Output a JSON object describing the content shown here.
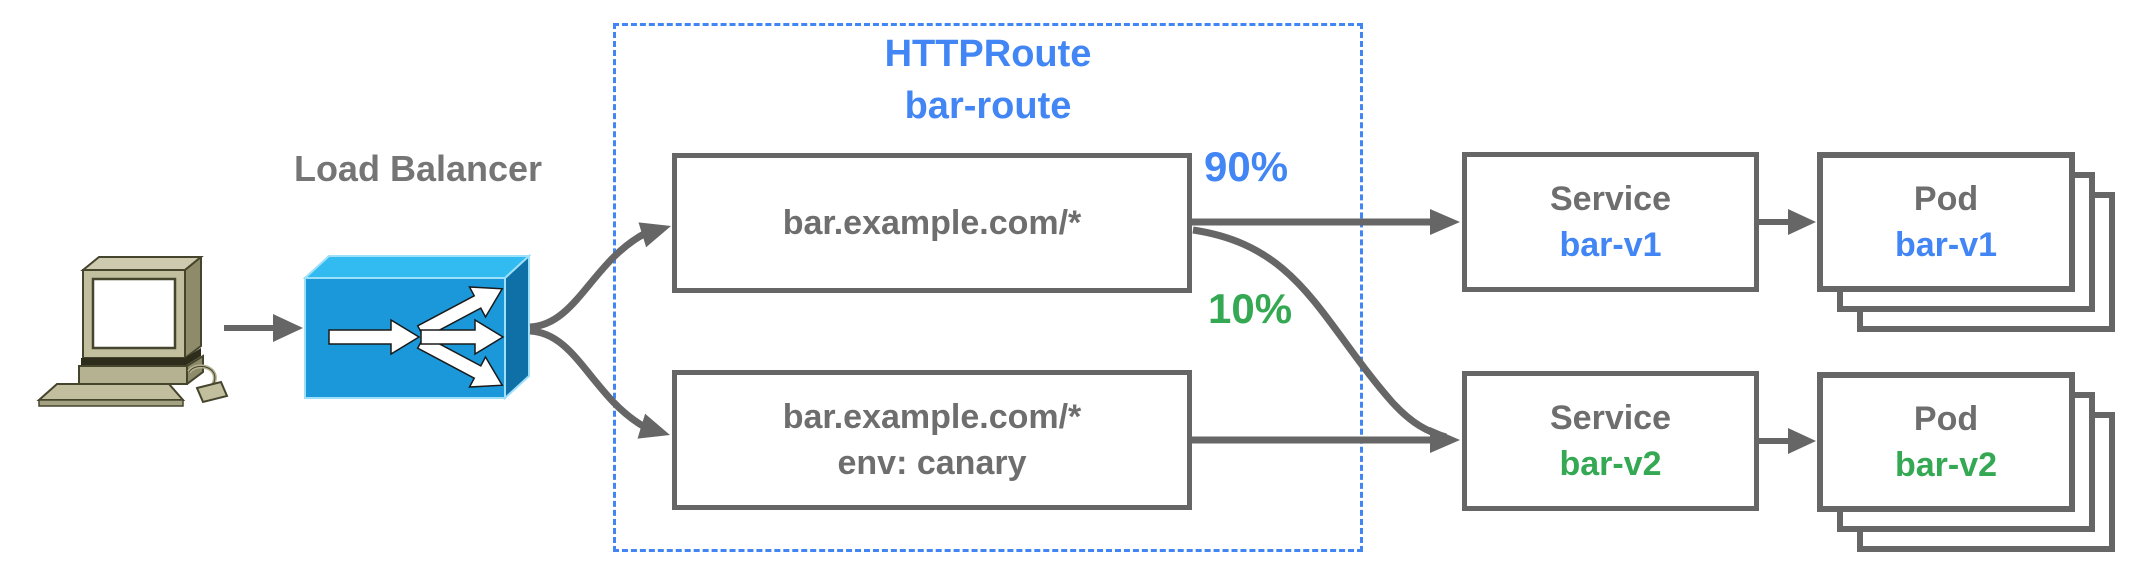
{
  "client": {
    "icon": "desktop-computer-icon"
  },
  "load_balancer": {
    "label": "Load Balancer",
    "icon": "load-balancer-icon"
  },
  "http_route": {
    "kind": "HTTPRoute",
    "name": "bar-route",
    "rules": [
      {
        "lines": [
          "bar.example.com/*"
        ]
      },
      {
        "lines": [
          "bar.example.com/*",
          "env: canary"
        ]
      }
    ]
  },
  "traffic_split": {
    "to_v1": "90%",
    "to_v2": "10%"
  },
  "services": [
    {
      "kind": "Service",
      "name": "bar-v1"
    },
    {
      "kind": "Service",
      "name": "bar-v2"
    }
  ],
  "pods": [
    {
      "kind": "Pod",
      "name": "bar-v1"
    },
    {
      "kind": "Pod",
      "name": "bar-v2"
    }
  ],
  "colors": {
    "blue": "#4285f4",
    "green": "#34a853",
    "gray_text": "#6e6e6e",
    "border_gray": "#666666",
    "dashed_blue": "#4285f4",
    "lb_front_blue": "#1b98da",
    "lb_top_blue": "#31bbf1",
    "lb_side_blue": "#0f6fa7"
  }
}
